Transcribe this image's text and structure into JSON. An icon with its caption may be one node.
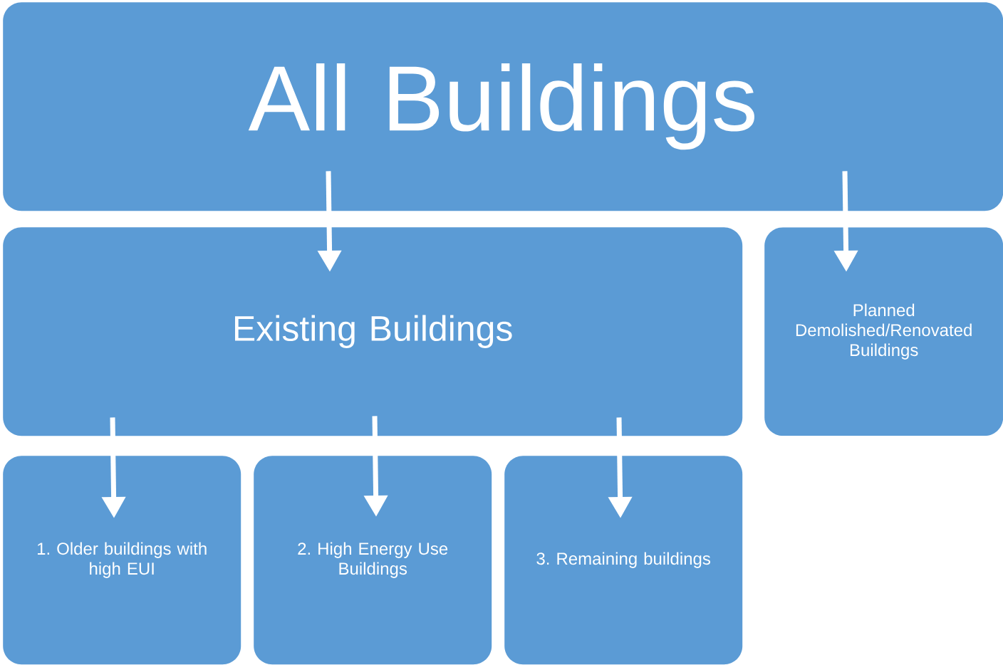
{
  "diagram": {
    "nodes": [
      {
        "text": [
          "All Buildings"
        ]
      },
      {
        "text": [
          "Existing Buildings"
        ]
      },
      {
        "text": [
          "Planned Demolished/Renovated Buildings"
        ]
      },
      {
        "text": [
          "1. Older buildings with high EUI"
        ]
      },
      {
        "text": [
          "2. High Energy Use Buildings"
        ]
      },
      {
        "text": [
          "3. Remaining buildings"
        ]
      }
    ],
    "edges": [
      {
        "from": 0,
        "to": 1,
        "arrow": "to"
      },
      {
        "from": 0,
        "to": 2,
        "arrow": "to"
      },
      {
        "from": 1,
        "to": 3,
        "arrow": "to"
      },
      {
        "from": 1,
        "to": 4,
        "arrow": "to"
      },
      {
        "from": 1,
        "to": 5,
        "arrow": "to"
      }
    ]
  }
}
